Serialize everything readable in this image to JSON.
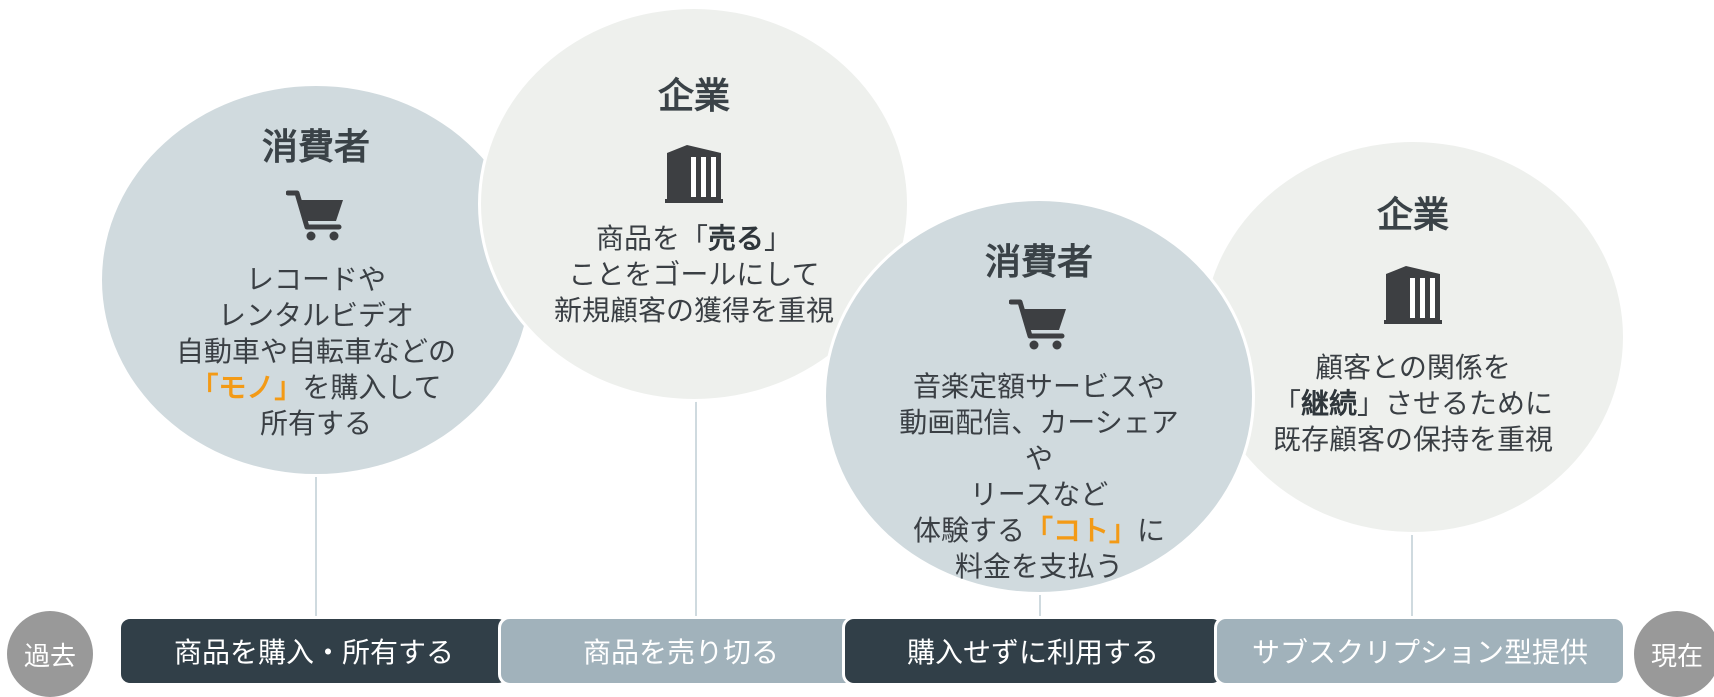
{
  "stages": [
    {
      "title": "消費者",
      "icon": "cart-icon",
      "lines": [
        "レコードや",
        "レンタルビデオ",
        "自動車や自転車などの"
      ],
      "accent_word": "「モノ」",
      "line4_suffix": "を購入して",
      "line5": "所有する",
      "bar_label": "商品を購入・所有する"
    },
    {
      "title": "企業",
      "icon": "building-icon",
      "line1_prefix": "商品を「",
      "line1_bold": "売る",
      "line1_suffix": "」",
      "line2": "ことをゴールにして",
      "line3": "新規顧客の獲得を重視",
      "bar_label": "商品を売り切る"
    },
    {
      "title": "消費者",
      "icon": "cart-icon",
      "lines": [
        "音楽定額サービスや",
        "動画配信、カーシェア",
        "や",
        "リースなど"
      ],
      "line5_prefix": "体験する",
      "accent_word": "「コト」",
      "line5_suffix": "に",
      "line6": "料金を支払う",
      "bar_label": "購入せずに利用する"
    },
    {
      "title": "企業",
      "icon": "building-icon",
      "line1": "顧客との関係を",
      "line2_prefix": "「",
      "line2_bold": "継続",
      "line2_suffix": "」させるために",
      "line3": "既存顧客の保持を重視",
      "bar_label": "サブスクリプション型提供"
    }
  ],
  "timeline": {
    "start_label": "過去",
    "end_label": "現在"
  },
  "colors": {
    "consumer_circle": "#d0dade",
    "company_circle": "#eef0ed",
    "bar_dark": "#313f48",
    "bar_light": "#a1b2bb",
    "accent": "#f39a16",
    "end_circle": "#999999"
  }
}
